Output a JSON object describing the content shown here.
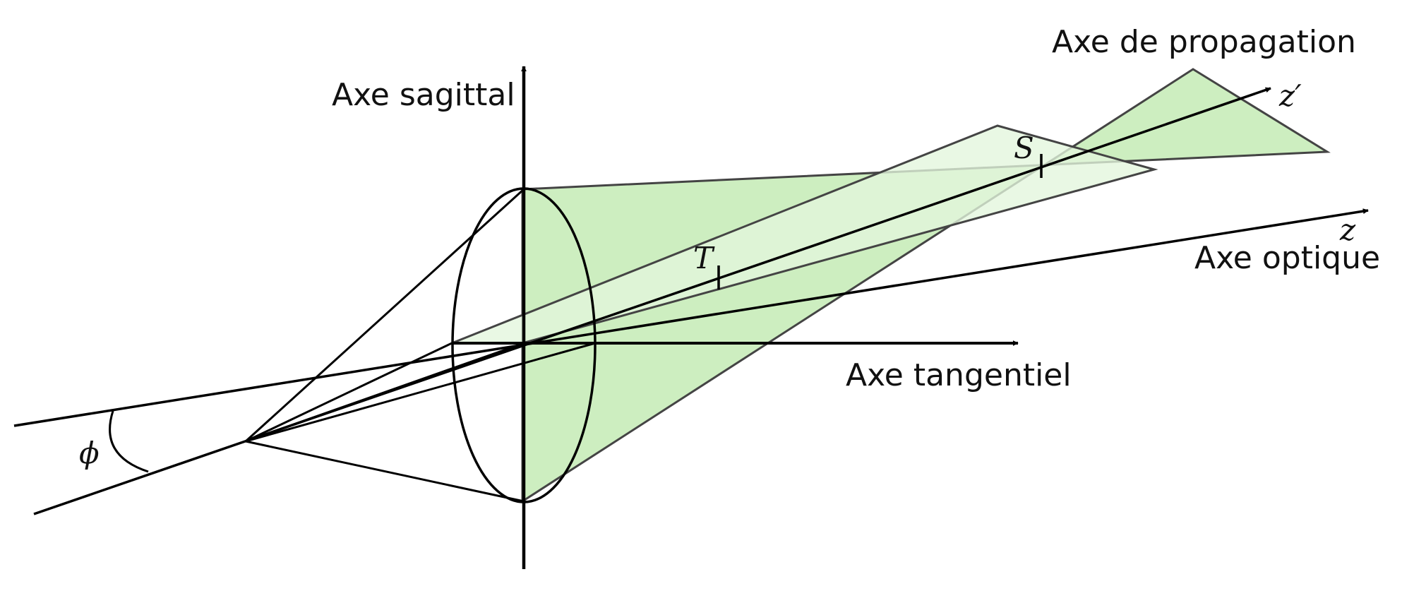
{
  "labels": {
    "propagation_axis": "Axe de propagation",
    "sagittal_axis": "Axe sagittal",
    "optical_axis": "Axe optique",
    "tangential_axis": "Axe tangentiel"
  },
  "symbols": {
    "z_prime": "z′",
    "z": "z",
    "s_focus": "S",
    "t_focus": "T",
    "phi": "ϕ"
  },
  "colors": {
    "plane_fill_main": "#cdeec0",
    "plane_fill_light": "#e3f6dc",
    "plane_edge": "#444444",
    "stroke": "#000000"
  }
}
